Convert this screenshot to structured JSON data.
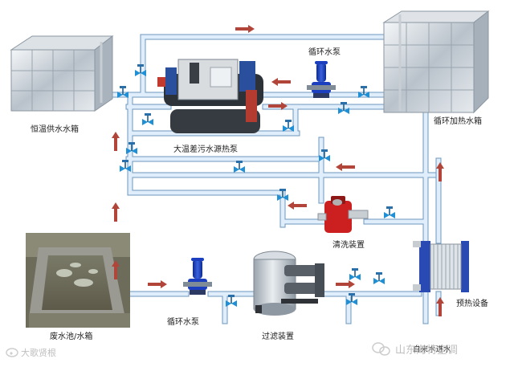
{
  "labels": {
    "constant_tank": "恒温供水水箱",
    "heat_pump": "大温差污水源热泵",
    "circ_pump_top": "循环水泵",
    "heating_tank": "循环加热水箱",
    "cleaning": "清洗装置",
    "wastewater_pool": "废水池/水箱",
    "circ_pump_bottom": "循环水泵",
    "filter": "过滤装置",
    "preheat": "预热设备",
    "tap_water": "自来水进水"
  },
  "watermark": {
    "left": "大歌贤根",
    "right": "山东海特空调"
  },
  "colors": {
    "pipe_fill": "#dfeefa",
    "pipe_edge": "#6f97bd",
    "arrow": "#b2453a",
    "valve": "#1f8fd6",
    "pump": "#1b3fbf",
    "cleaning": "#cc2020"
  }
}
